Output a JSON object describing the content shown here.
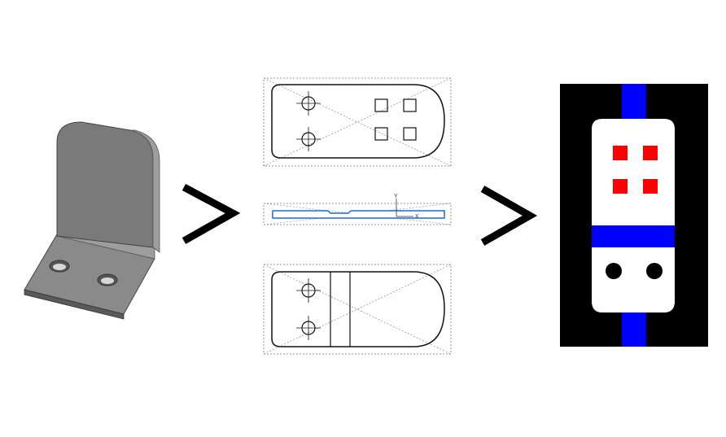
{
  "colors": {
    "background": "#ffffff",
    "bracket_dark": "#555555",
    "bracket_mid": "#7a7a7a",
    "bracket_light": "#9a9a9a",
    "drawing_line": "#111111",
    "dotted_frame": "#777777",
    "profile_blue": "#1f6fd1",
    "mask_black": "#000000",
    "mask_blue": "#0000ff",
    "mask_white": "#ffffff",
    "mask_red": "#ff0000",
    "arrow": "#000000"
  },
  "steps": [
    {
      "name": "3d-model",
      "icon": "bent-bracket-icon"
    },
    {
      "name": "flat-drawings",
      "icon": "drawing-views-icon"
    },
    {
      "name": "segmentation-mask",
      "icon": "mask-icon"
    }
  ],
  "arrows": [
    {
      "glyph": ">",
      "icon": "chevron-right-icon"
    },
    {
      "glyph": ">",
      "icon": "chevron-right-icon"
    }
  ],
  "side_view_axes": {
    "y_label": "Y",
    "x_label": "X"
  }
}
